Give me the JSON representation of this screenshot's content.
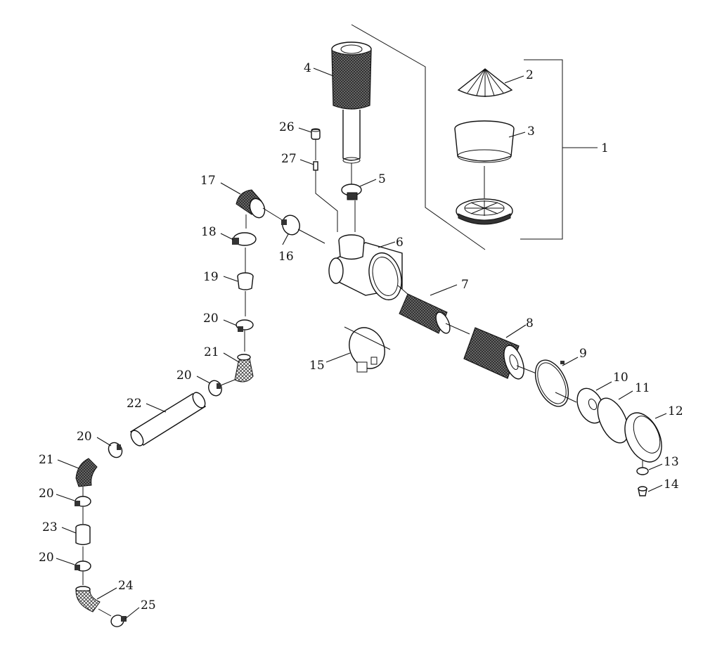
{
  "callouts": [
    "1",
    "2",
    "3",
    "4",
    "5",
    "6",
    "7",
    "8",
    "9",
    "10",
    "11",
    "12",
    "13",
    "14",
    "15",
    "16",
    "17",
    "18",
    "19",
    "20",
    "20",
    "20",
    "20",
    "20",
    "21",
    "21",
    "22",
    "23",
    "24",
    "25",
    "26",
    "27"
  ],
  "colors": {
    "line": "#111111",
    "hatch": "#222222",
    "background": "#ffffff"
  }
}
